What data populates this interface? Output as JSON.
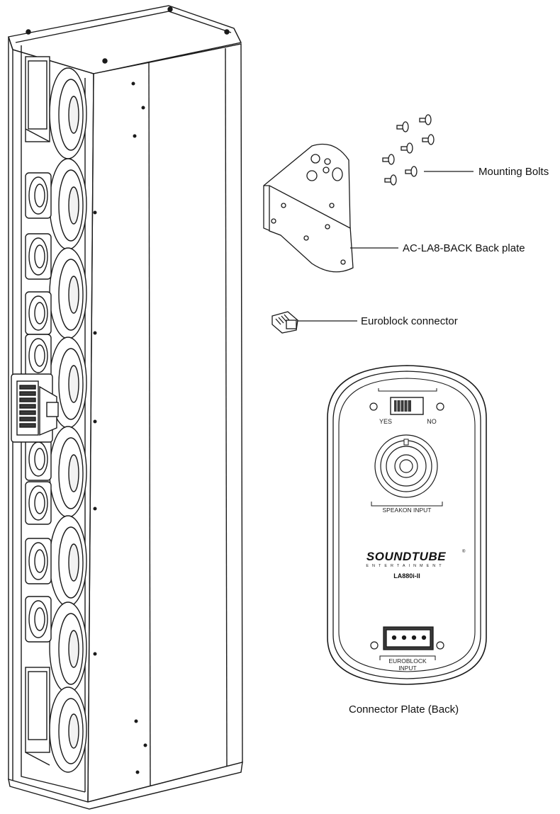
{
  "callouts": {
    "mounting_bolts": "Mounting Bolts",
    "back_plate": "AC-LA8-BACK Back plate",
    "euroblock": "Euroblock connector"
  },
  "connector_plate": {
    "caption": "Connector Plate (Back)",
    "switch_yes": "YES",
    "switch_no": "NO",
    "speakon_label": "SPEAKON INPUT",
    "brand": "SOUNDTUBE",
    "brand_sub": "ENTERTAINMENT",
    "trademark": "®",
    "model": "LA880i-II",
    "euroblock_line1": "EUROBLOCK",
    "euroblock_line2": "INPUT"
  },
  "speaker": {
    "large_driver_count": 8,
    "small_driver_count": 9,
    "port_count": 2
  },
  "mounting_bolt_count": 7,
  "colors": {
    "line": "#1a1a1a",
    "background": "#ffffff",
    "fill_light": "#f2f2f2",
    "fill_dark": "#3a3a3a"
  }
}
